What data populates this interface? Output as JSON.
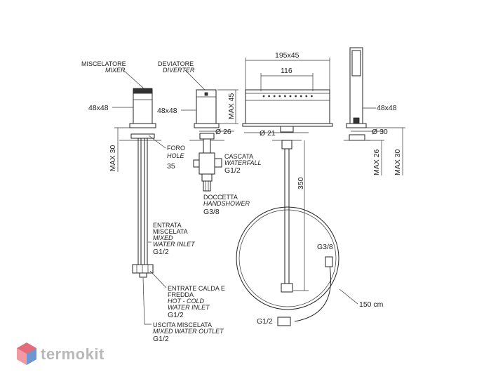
{
  "mixer": {
    "name_it": "MISCELATORE",
    "name_en": "MIXER",
    "size": "48x48",
    "max_height": "MAX 30",
    "hole_it": "FORO",
    "hole_en": "HOLE",
    "hole_value": "35",
    "inlet_it_1": "ENTRATA",
    "inlet_it_2": "MISCELATA",
    "inlet_en_1": "MIXED",
    "inlet_en_2": "WATER INLET",
    "inlet_size": "G1/2",
    "hotcold_it_1": "ENTRATE CALDA E",
    "hotcold_it_2": "FREDDA",
    "hotcold_en_1": "HOT - COLD",
    "hotcold_en_2": "WATER INLET",
    "hotcold_size": "G1/2",
    "outlet_it": "USCITA MISCELATA",
    "outlet_en": "MIXED WATER OUTLET",
    "outlet_size": "G1/2"
  },
  "diverter": {
    "name_it": "DEVIATORE",
    "name_en": "DIVERTER",
    "size": "48x48",
    "max_height": "MAX 45",
    "diameter": "Ø 26",
    "waterfall_it": "CASCATA",
    "waterfall_en": "WATERFALL",
    "waterfall_size": "G1/2",
    "handshower_it": "DOCCETTA",
    "handshower_en": "HANDSHOWER",
    "handshower_size": "G3/8"
  },
  "spout": {
    "width": "195x45",
    "inner_width": "116",
    "diameter": "Ø 21",
    "height": "350",
    "hose_connector": "G3/8",
    "hose_length": "150 cm",
    "hose_end": "G1/2"
  },
  "handshower": {
    "size": "48x48",
    "diameter": "Ø 30",
    "max_height_1": "MAX 26",
    "max_height_2": "MAX 30"
  },
  "brand": {
    "name": "termokit",
    "color_main": "#e05a6a",
    "color_side": "#4a7fc1"
  }
}
